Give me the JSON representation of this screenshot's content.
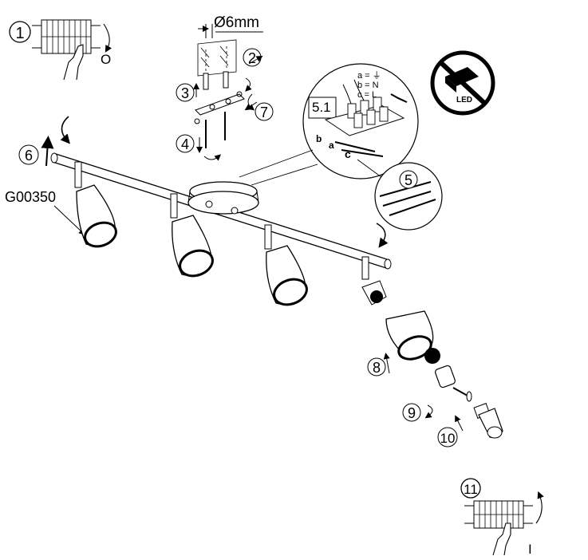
{
  "steps": {
    "s1": "1",
    "s2": "2",
    "s3": "3",
    "s4": "4",
    "s5": "5",
    "s51": "5.1",
    "s6": "6",
    "s7": "7",
    "s8": "8",
    "s9": "9",
    "s10": "10",
    "s11": "11"
  },
  "switch": {
    "off_symbol": "O",
    "on_symbol": "I"
  },
  "drill": {
    "diameter": "Ø6mm"
  },
  "product_code": "G00350",
  "terminal_legend": {
    "a": "a = ⏚",
    "b": "b = N",
    "c": "c = L"
  },
  "wire_letters": {
    "b": "b",
    "a": "a",
    "c": "c"
  },
  "no_led_badge": {
    "text": "LED",
    "icon": "no-led-dimmer-icon"
  }
}
